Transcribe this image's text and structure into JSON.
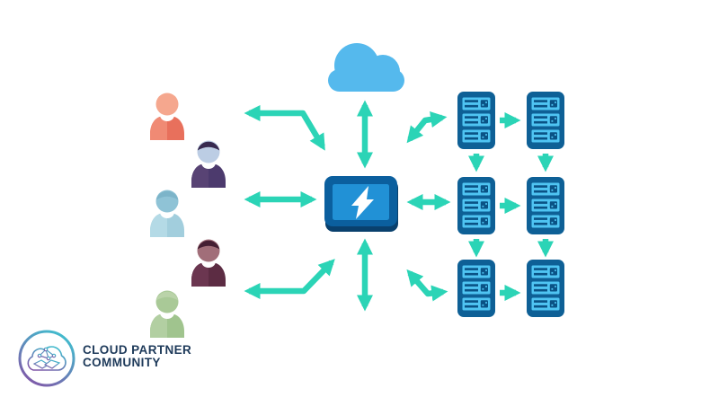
{
  "logo": {
    "icon": "cloud-handshake-logo-icon",
    "line1": "CLOUD PARTNER",
    "line2": "COMMUNITY"
  },
  "diagram": {
    "nodes": [
      {
        "id": "cloud",
        "icon": "cloud-icon"
      },
      {
        "id": "hub",
        "icon": "lightning-device-icon"
      },
      {
        "id": "user-1",
        "icon": "person-icon",
        "color_name": "coral"
      },
      {
        "id": "user-2",
        "icon": "person-icon",
        "color_name": "purple"
      },
      {
        "id": "user-3",
        "icon": "person-icon",
        "color_name": "light-blue"
      },
      {
        "id": "user-4",
        "icon": "person-icon",
        "color_name": "maroon"
      },
      {
        "id": "user-5",
        "icon": "person-icon",
        "color_name": "green"
      },
      {
        "id": "server-r1c1",
        "icon": "server-icon",
        "row": 1,
        "col": 1
      },
      {
        "id": "server-r1c2",
        "icon": "server-icon",
        "row": 1,
        "col": 2
      },
      {
        "id": "server-r2c1",
        "icon": "server-icon",
        "row": 2,
        "col": 1
      },
      {
        "id": "server-r2c2",
        "icon": "server-icon",
        "row": 2,
        "col": 2
      },
      {
        "id": "server-r3c1",
        "icon": "server-icon",
        "row": 3,
        "col": 1
      },
      {
        "id": "server-r3c2",
        "icon": "server-icon",
        "row": 3,
        "col": 2
      }
    ],
    "edges": [
      {
        "id": "arrow-users-hub-top",
        "from": "users",
        "to": "hub",
        "bidirectional": true,
        "shape": "bent"
      },
      {
        "id": "arrow-users-hub-middle",
        "from": "users",
        "to": "hub",
        "bidirectional": true,
        "shape": "straight"
      },
      {
        "id": "arrow-users-hub-bottom",
        "from": "users",
        "to": "hub",
        "bidirectional": true,
        "shape": "bent"
      },
      {
        "id": "arrow-cloud-hub",
        "from": "cloud",
        "to": "hub",
        "bidirectional": true,
        "shape": "straight"
      },
      {
        "id": "arrow-hub-down",
        "from": "hub",
        "to": "below",
        "bidirectional": true,
        "shape": "straight"
      },
      {
        "id": "arrow-hub-row1",
        "from": "hub",
        "to": "server-r1c1",
        "bidirectional": true,
        "shape": "bent"
      },
      {
        "id": "arrow-hub-row2",
        "from": "hub",
        "to": "server-r2c1",
        "bidirectional": true,
        "shape": "straight"
      },
      {
        "id": "arrow-hub-row3",
        "from": "hub",
        "to": "server-r3c1",
        "bidirectional": true,
        "shape": "bent"
      },
      {
        "id": "arrow-r1c1-r1c2",
        "from": "server-r1c1",
        "to": "server-r1c2",
        "bidirectional": false,
        "shape": "straight"
      },
      {
        "id": "arrow-r2c1-r2c2",
        "from": "server-r2c1",
        "to": "server-r2c2",
        "bidirectional": false,
        "shape": "straight"
      },
      {
        "id": "arrow-r3c1-r3c2",
        "from": "server-r3c1",
        "to": "server-r3c2",
        "bidirectional": false,
        "shape": "straight"
      },
      {
        "id": "arrow-r1c1-r2c1",
        "from": "server-r1c1",
        "to": "server-r2c1",
        "bidirectional": false,
        "shape": "straight"
      },
      {
        "id": "arrow-r1c2-r2c2",
        "from": "server-r1c2",
        "to": "server-r2c2",
        "bidirectional": false,
        "shape": "straight"
      },
      {
        "id": "arrow-r2c1-r3c1",
        "from": "server-r2c1",
        "to": "server-r3c1",
        "bidirectional": false,
        "shape": "straight"
      },
      {
        "id": "arrow-r2c2-r3c2",
        "from": "server-r2c2",
        "to": "server-r3c2",
        "bidirectional": false,
        "shape": "straight"
      }
    ]
  },
  "colors": {
    "arrow": "#2bd4b6",
    "cloud": "#55b9ed",
    "hub_frame": "#0b5f9e",
    "hub_edge": "#09406d",
    "hub_screen": "#2191d6",
    "hub_bolt": "#ffffff",
    "server_body": "#0e6096",
    "server_module": "#4fc4f2",
    "server_marks": "#0a5285",
    "p1_body": "#e8705c",
    "p1_body_light": "#f08a74",
    "p1_head": "#f5a78e",
    "p1_hair": "transparent",
    "p2_body": "#4c3a6d",
    "p2_body_light": "#584374",
    "p2_head": "#bccde4",
    "p2_hair": "#37294f",
    "p3_body": "#a2cedd",
    "p3_body_light": "#b4dae6",
    "p3_head": "#8fc3d6",
    "p3_hair": "#7cb4c9",
    "p4_body": "#5c2c43",
    "p4_body_light": "#6b3650",
    "p4_head": "#a16e79",
    "p4_hair": "#441f33",
    "p5_body": "#a0c48e",
    "p5_body_light": "#b2cfa2",
    "p5_head": "#a9c997",
    "p5_hair": "#bad3a9",
    "logo_grad_start": "#3fc0cf",
    "logo_grad_end": "#8157a8",
    "logo_text": "#1e3a5a"
  }
}
